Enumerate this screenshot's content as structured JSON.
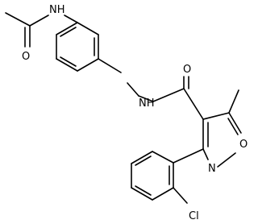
{
  "molecule": {
    "atoms": {
      "nh_top": "NH",
      "o_acetyl": "O",
      "o_amide": "O",
      "nh_amide": "NH",
      "o_ring": "O",
      "n_ring": "N",
      "cl": "Cl"
    }
  }
}
